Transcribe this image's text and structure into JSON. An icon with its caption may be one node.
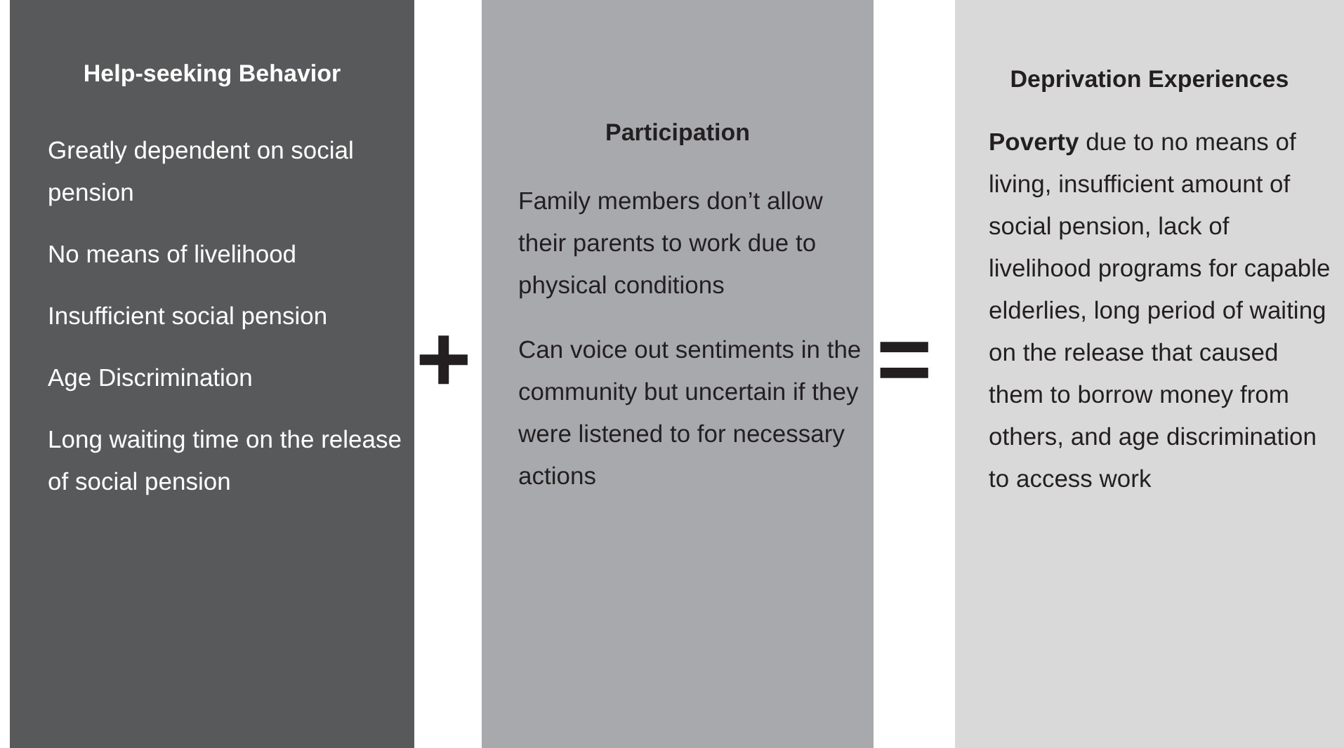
{
  "diagram": {
    "nodes": [
      {
        "text": [
          "Help-seeking Behavior",
          "Greatly dependent on social pension",
          "No means of livelihood",
          "Insufficient social pension",
          "Age Discrimination",
          "Long waiting time on the release of social pension"
        ]
      },
      {
        "text": [
          "Participation",
          "Family members don’t allow their parents to work due to physical conditions",
          "Can voice out sentiments in the community but uncertain if they were listened to for necessary actions"
        ]
      },
      {
        "text": [
          "Deprivation Experiences",
          "**Poverty** due to no means of living, insufficient amount of social pension, lack of livelihood programs for capable elderlies, long period of waiting on the release that caused them to borrow money from others, and age discrimination to access work"
        ]
      }
    ],
    "labels": [
      "+",
      "="
    ]
  }
}
